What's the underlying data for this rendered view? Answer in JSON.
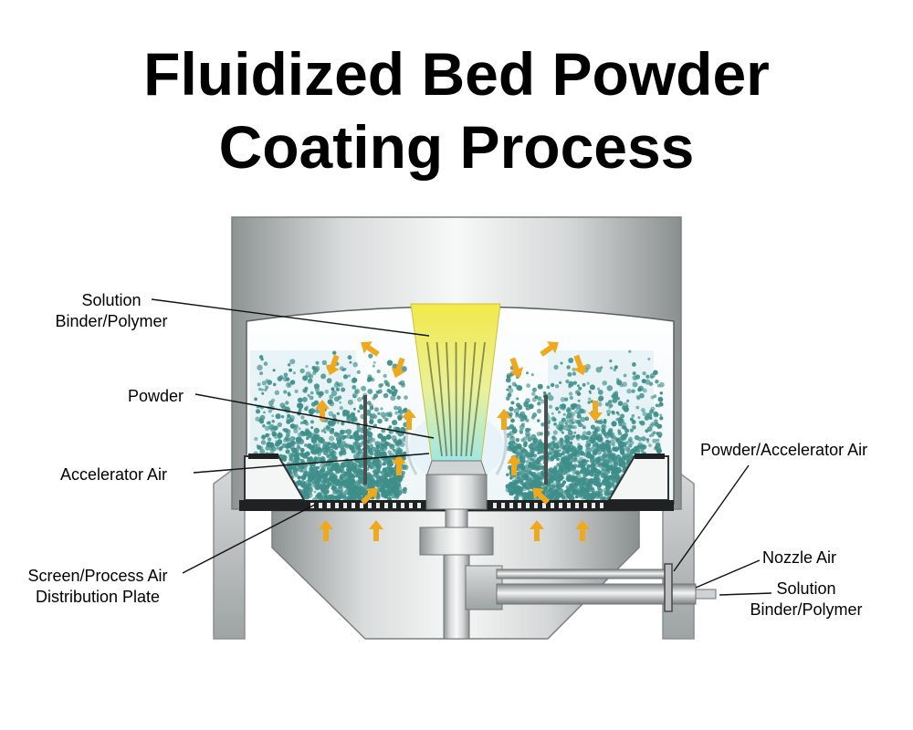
{
  "title": {
    "line1": "Fluidized Bed Powder",
    "line2": "Coating Process"
  },
  "labels": {
    "solution_binder_left": {
      "line1": "Solution",
      "line2": "Binder/Polymer"
    },
    "powder": "Powder",
    "accelerator_air": "Accelerator Air",
    "screen_plate": {
      "line1": "Screen/Process Air",
      "line2": "Distribution Plate"
    },
    "powder_accelerator_air": "Powder/Accelerator Air",
    "nozzle_air": "Nozzle Air",
    "solution_binder_right": {
      "line1": "Solution",
      "line2": "Binder/Polymer"
    }
  },
  "colors": {
    "arrow": "#f0a81c",
    "particle": "#3e8e8a",
    "steel_light": "#eceeee",
    "steel_dark": "#8f9494",
    "spray": "#f4ec5a"
  }
}
